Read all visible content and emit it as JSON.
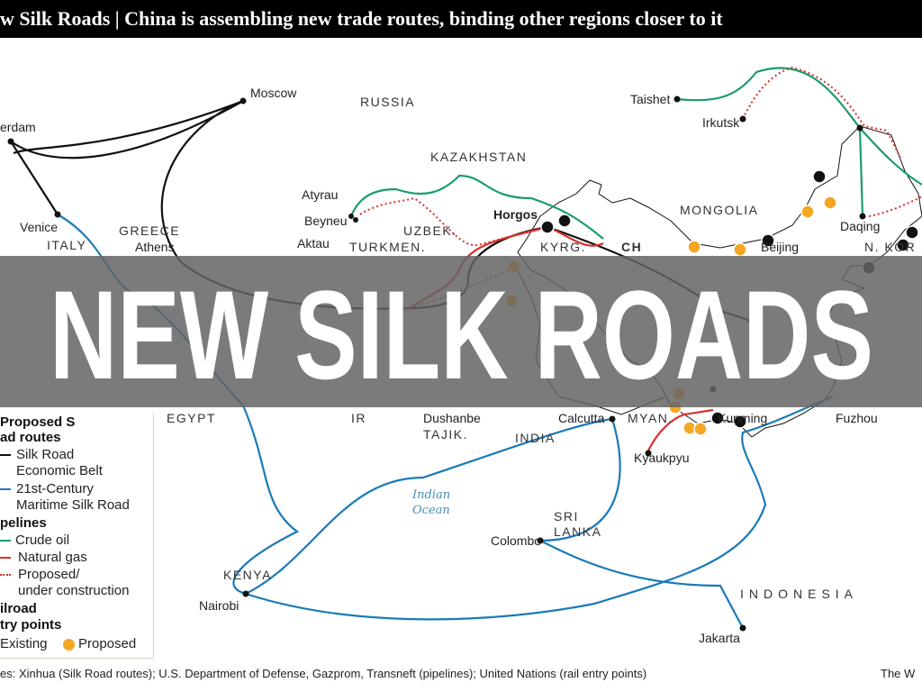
{
  "title": {
    "part1": "w Silk Roads",
    "separator": " | ",
    "part2": "China is assembling new trade routes, binding other regions closer to it"
  },
  "colors": {
    "belt": "#111111",
    "maritime": "#1a7ab8",
    "crude_oil": "#1a9c6c",
    "natural_gas": "#d9302a",
    "proposed": "#d9302a",
    "proposed_entry": "#f5a623",
    "band": "#646464"
  },
  "cities": [
    "Moscow",
    "erdam",
    "Venice",
    "Athens",
    "Atyrau",
    "Beyneu",
    "Aktau",
    "Horgos",
    "Dushanbe",
    "Taishet",
    "Irkutsk",
    "Daqing",
    "Beijing",
    "Kunming",
    "Fuzhou",
    "Calcutta",
    "Kyaukpyu",
    "Colombo",
    "Nairobi",
    "Jakarta"
  ],
  "countries": [
    "RUSSIA",
    "KAZAKHSTAN",
    "UZBEK.",
    "TURKMEN.",
    "TAJIK.",
    "KYRG.",
    "MONGOLIA",
    "N. KOR",
    "CH",
    "ITALY",
    "GREECE",
    "EGYPT",
    "IR",
    "INDIA",
    "MYAN.",
    "SRI",
    "LANKA",
    "KENYA",
    "INDONESIA"
  ],
  "ocean": [
    "Indian",
    "Ocean"
  ],
  "legend": {
    "routes_heading": [
      "Proposed S",
      "ad routes"
    ],
    "belt": [
      "Silk Road",
      "Economic Belt"
    ],
    "maritime": [
      "21st-Century",
      "Maritime Silk Road"
    ],
    "pipelines_heading": "pelines",
    "crude_oil": "Crude oil",
    "natural_gas": "Natural gas",
    "proposed": [
      "Proposed/",
      "under construction"
    ],
    "rail_heading": [
      "ilroad",
      "try points"
    ],
    "existing": "Existing",
    "proposed_entry": "Proposed"
  },
  "sources": "es: Xinhua (Silk Road routes); U.S. Department of Defense, Gazprom, Transneft (pipelines); United Nations (rail entry points)",
  "credit": "The W",
  "headline": "NEW SILK ROADS"
}
